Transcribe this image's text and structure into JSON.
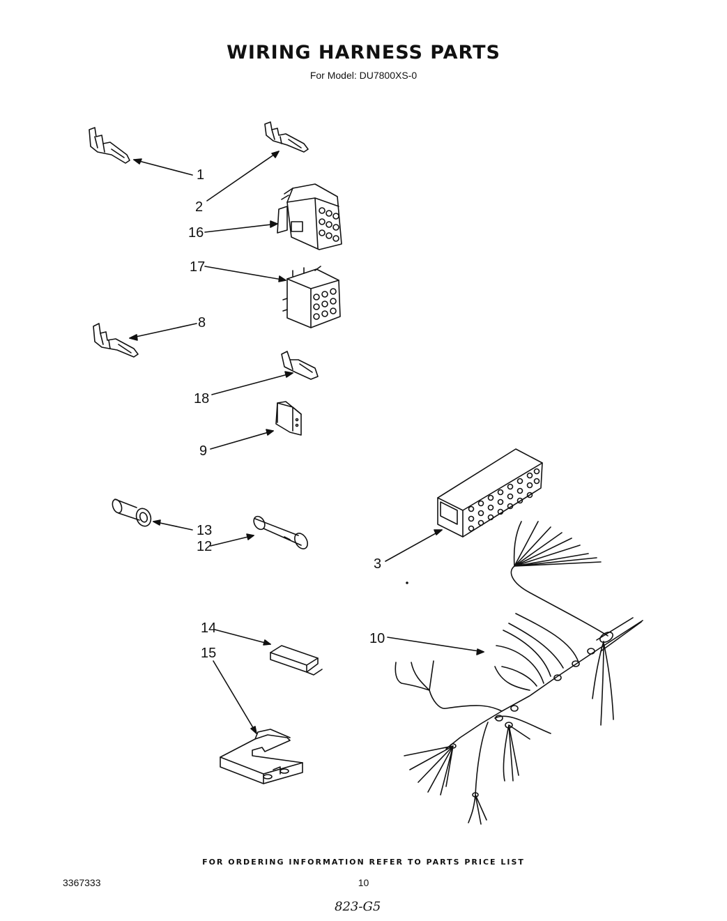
{
  "title": "WIRING HARNESS PARTS",
  "subtitle": "For Model: DU7800XS-0",
  "callouts": {
    "c1": "1",
    "c2": "2",
    "c16": "16",
    "c17": "17",
    "c8": "8",
    "c18": "18",
    "c9": "9",
    "c13": "13",
    "c12": "12",
    "c3": "3",
    "c10": "10",
    "c14": "14",
    "c15": "15"
  },
  "footer": "FOR ORDERING INFORMATION REFER TO PARTS PRICE LIST",
  "doc_number": "3367333",
  "page_number": "10",
  "handwritten_note": "823-G5"
}
